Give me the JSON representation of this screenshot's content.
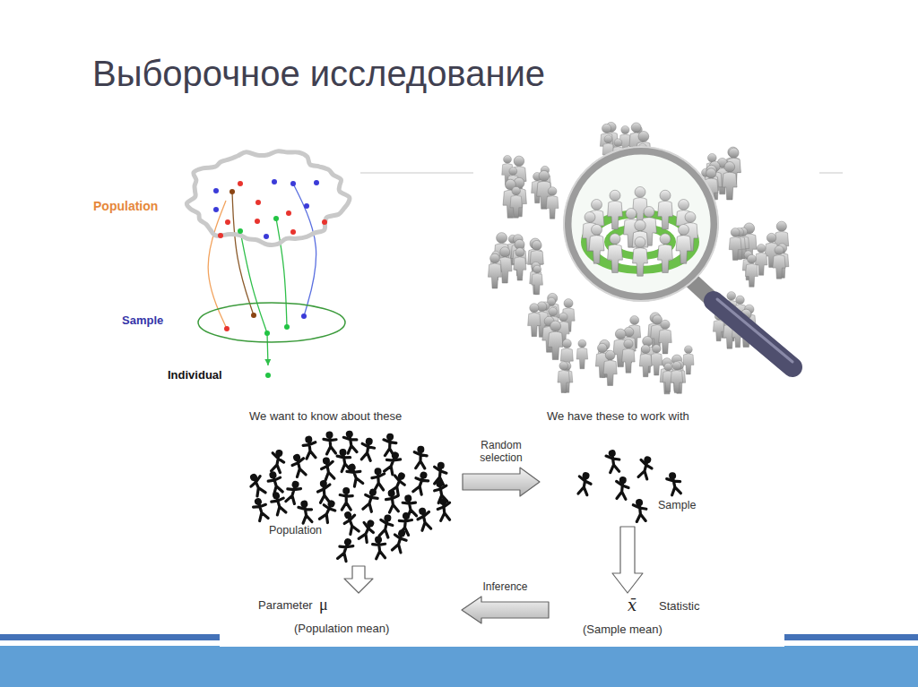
{
  "diagram": {
    "title": "Выборочное исследование",
    "nodes": [
      {
        "text": [
          "Population"
        ]
      },
      {
        "text": [
          "Sample"
        ]
      },
      {
        "text": [
          "Individual"
        ]
      },
      {
        "text": [
          "We want to know about these",
          "Population"
        ]
      },
      {
        "text": [
          "We have these to work with",
          "Sample"
        ]
      },
      {
        "text": [
          "Parameter",
          "μ",
          "(Population mean)"
        ]
      },
      {
        "text": [
          "x̄",
          "Statistic",
          "(Sample mean)"
        ]
      }
    ],
    "edges": [
      {
        "from": 0,
        "to": 1,
        "arrow": "none"
      },
      {
        "from": 0,
        "to": 1,
        "arrow": "none"
      },
      {
        "from": 0,
        "to": 1,
        "arrow": "none"
      },
      {
        "from": 0,
        "to": 1,
        "arrow": "none"
      },
      {
        "from": 0,
        "to": 1,
        "arrow": "none"
      },
      {
        "from": 1,
        "to": 2,
        "arrow": "to"
      },
      {
        "from": 3,
        "to": 4,
        "arrow": "to",
        "label": "Random selection"
      },
      {
        "from": 3,
        "to": 5,
        "arrow": "to"
      },
      {
        "from": 4,
        "to": 6,
        "arrow": "to"
      },
      {
        "from": 6,
        "to": 5,
        "arrow": "to",
        "label": "Inference"
      }
    ]
  }
}
